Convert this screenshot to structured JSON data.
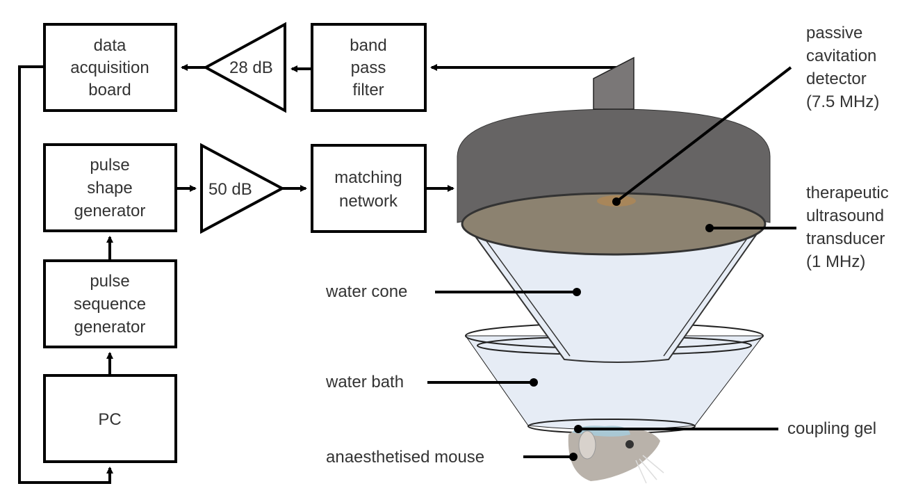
{
  "blocks": {
    "daq": [
      "data",
      "acquisition",
      "board"
    ],
    "amp28": "28 dB",
    "bandpass": [
      "band",
      "pass",
      "filter"
    ],
    "pulse_shape": [
      "pulse",
      "shape",
      "generator"
    ],
    "amp50": "50 dB",
    "matching": [
      "matching",
      "network"
    ],
    "pulse_seq": [
      "pulse",
      "sequence",
      "generator"
    ],
    "pc": "PC"
  },
  "labels": {
    "pcd": [
      "passive",
      "cavitation",
      "detector",
      "(7.5 MHz)"
    ],
    "transducer": [
      "therapeutic",
      "ultrasound",
      "transducer",
      "(1 MHz)"
    ],
    "water_cone": "water cone",
    "water_bath": "water bath",
    "coupling_gel": "coupling gel",
    "mouse": "anaesthetised mouse"
  },
  "colors": {
    "housing": "#666464",
    "housing_dark": "#4a4848",
    "transducer_face": "#8c8270",
    "detector_spot": "#a8865a",
    "water": "#e6ecf5",
    "probe": "#7a7777",
    "mouse": "#b9b2aa",
    "gel": "#a9c8d4"
  }
}
